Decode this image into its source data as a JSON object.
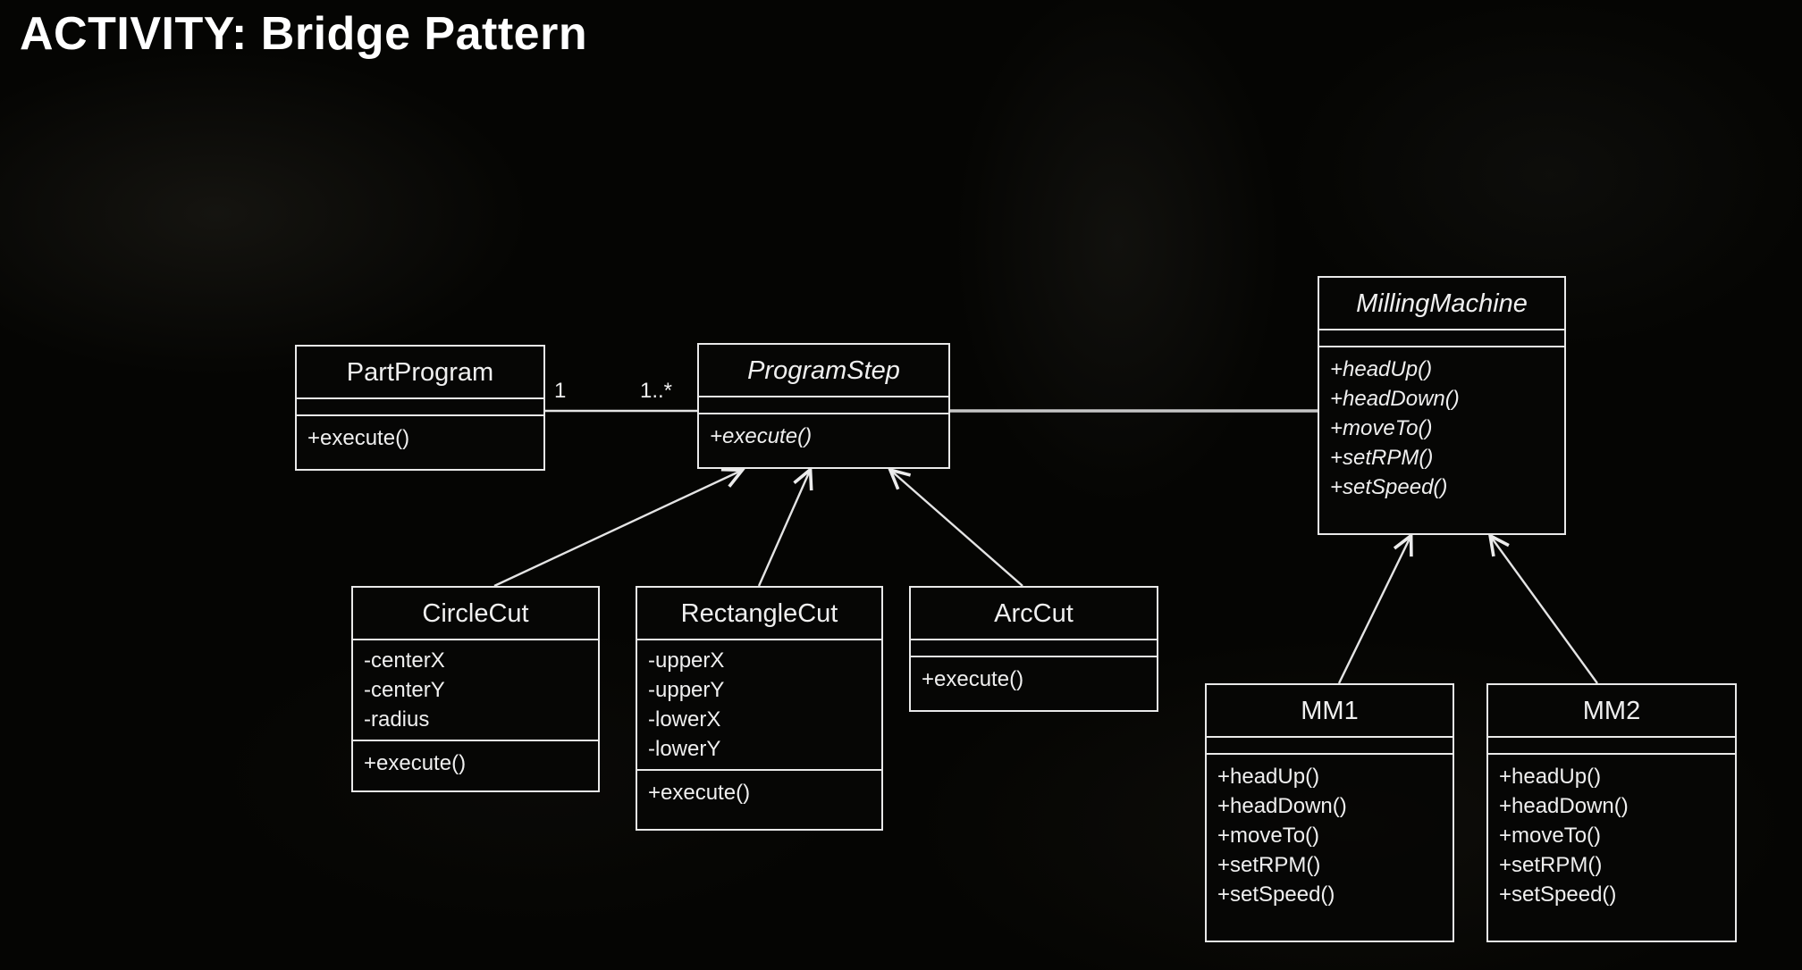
{
  "slide": {
    "title": "ACTIVITY: Bridge Pattern"
  },
  "diagram": {
    "type": "uml-class-diagram",
    "colors": {
      "background": "#050503",
      "box_border": "#e9e9e9",
      "box_fill": "#070705",
      "text": "#efefef",
      "line": "#e4e4e4"
    },
    "classes": {
      "part_program": {
        "name": "PartProgram",
        "abstract": false,
        "attributes": [],
        "methods": [
          "+execute()"
        ]
      },
      "program_step": {
        "name": "ProgramStep",
        "abstract": true,
        "attributes": [],
        "methods": [
          "+execute()"
        ]
      },
      "milling_machine": {
        "name": "MillingMachine",
        "abstract": true,
        "attributes": [],
        "methods": [
          "+headUp()",
          "+headDown()",
          "+moveTo()",
          "+setRPM()",
          "+setSpeed()"
        ]
      },
      "circle_cut": {
        "name": "CircleCut",
        "abstract": false,
        "attributes": [
          "-centerX",
          "-centerY",
          "-radius"
        ],
        "methods": [
          "+execute()"
        ]
      },
      "rectangle_cut": {
        "name": "RectangleCut",
        "abstract": false,
        "attributes": [
          "-upperX",
          "-upperY",
          "-lowerX",
          "-lowerY"
        ],
        "methods": [
          "+execute()"
        ]
      },
      "arc_cut": {
        "name": "ArcCut",
        "abstract": false,
        "attributes": [],
        "methods": [
          "+execute()"
        ]
      },
      "mm1": {
        "name": "MM1",
        "abstract": false,
        "attributes": [],
        "methods": [
          "+headUp()",
          "+headDown()",
          "+moveTo()",
          "+setRPM()",
          "+setSpeed()"
        ]
      },
      "mm2": {
        "name": "MM2",
        "abstract": false,
        "attributes": [],
        "methods": [
          "+headUp()",
          "+headDown()",
          "+moveTo()",
          "+setRPM()",
          "+setSpeed()"
        ]
      }
    },
    "associations": {
      "partprogram_programstep": {
        "from": "PartProgram",
        "to": "ProgramStep",
        "from_multiplicity": "1",
        "to_multiplicity": "1..*"
      },
      "programstep_millingmachine": {
        "from": "ProgramStep",
        "to": "MillingMachine"
      }
    },
    "generalizations": [
      {
        "from": "CircleCut",
        "to": "ProgramStep"
      },
      {
        "from": "RectangleCut",
        "to": "ProgramStep"
      },
      {
        "from": "ArcCut",
        "to": "ProgramStep"
      },
      {
        "from": "MM1",
        "to": "MillingMachine"
      },
      {
        "from": "MM2",
        "to": "MillingMachine"
      }
    ]
  }
}
